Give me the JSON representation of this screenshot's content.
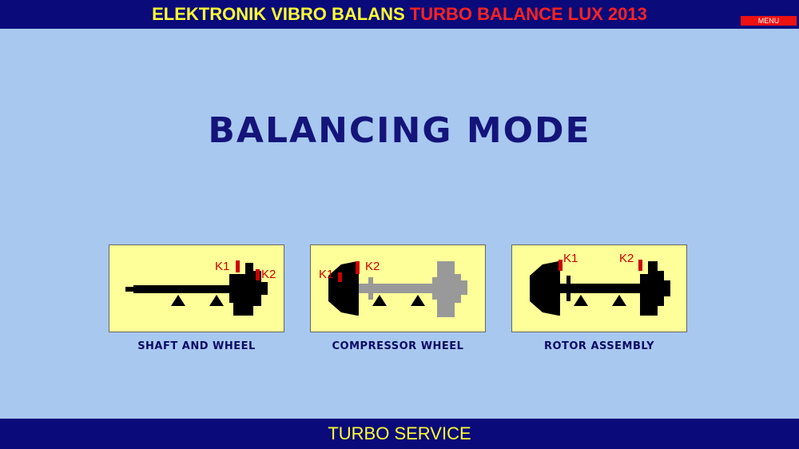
{
  "header": {
    "title_part1": "ELEKTRONIK VIBRO BALANS",
    "title_part2": "TURBO BALANCE LUX 2013",
    "menu_label": "MENU"
  },
  "main": {
    "title": "BALANCING MODE",
    "modes": [
      {
        "label": "SHAFT AND WHEEL",
        "k1": "K1",
        "k2": "K2"
      },
      {
        "label": "COMPRESSOR WHEEL",
        "k1": "K1",
        "k2": "K2"
      },
      {
        "label": "ROTOR ASSEMBLY",
        "k1": "K1",
        "k2": "K2"
      }
    ]
  },
  "footer": {
    "text": "TURBO SERVICE"
  },
  "colors": {
    "bar": "#0a0a7a",
    "background": "#a8c8f0",
    "card": "#ffff99",
    "title_yellow": "#ffff33",
    "title_red": "#ff2222",
    "marker_red": "#cc0000"
  }
}
